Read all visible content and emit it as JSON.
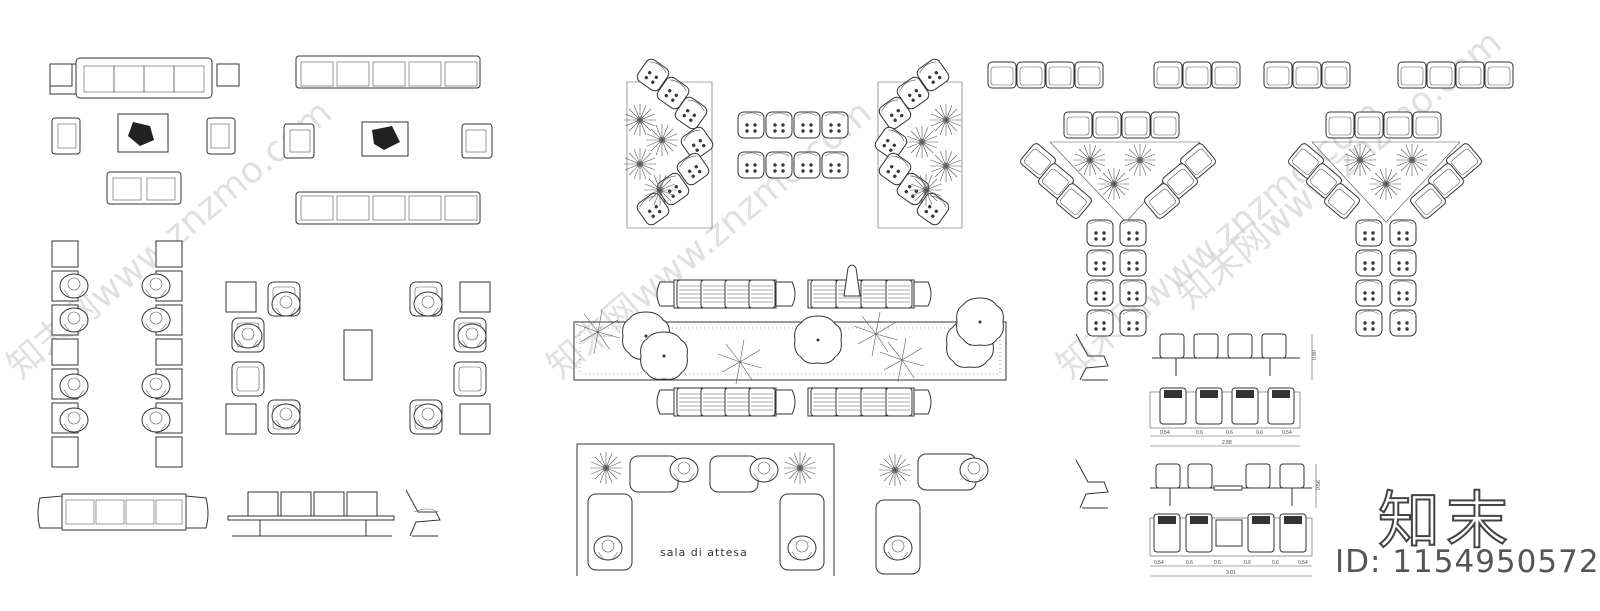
{
  "drawing": {
    "caption": "sala di attesa",
    "dims_row1": [
      "0.54",
      "0.6",
      "0.6",
      "0.6",
      "0.54"
    ],
    "dims_row1_total": "2.88",
    "dims_row2": [
      "0.54",
      "0.6",
      "0.6",
      "0.6",
      "0.6",
      "0.54"
    ],
    "dims_row2_total": "3.01",
    "side_dims": [
      "0.80",
      "0.56"
    ]
  },
  "brand": {
    "name": "知末",
    "id_text": "ID: 1154950572",
    "watermarks": [
      "知末网www.znzmo.com",
      "知末网www.znzmo.com",
      "知末网www.znzmo.com",
      "知末网www.znzmo.com"
    ]
  }
}
